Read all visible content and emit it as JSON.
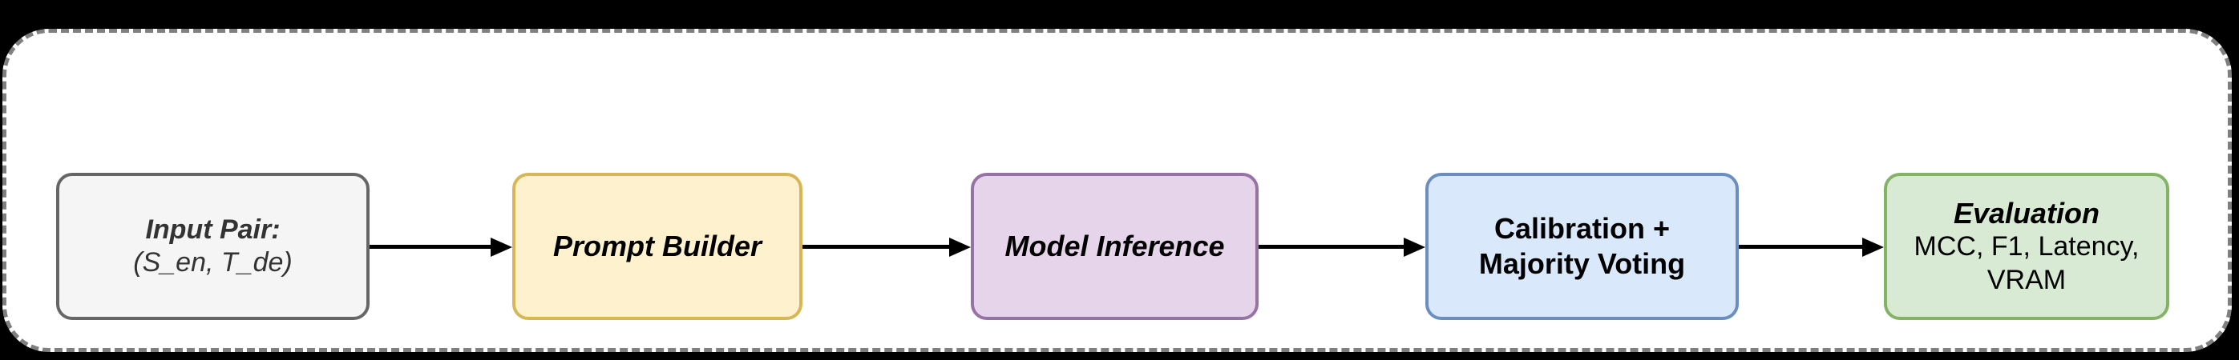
{
  "diagram": {
    "type": "flowchart",
    "orientation": "left-to-right",
    "container": {
      "name": "pipeline-container",
      "border_style": "dashed",
      "border_color": "#7f7f7f",
      "background": "#ffffff"
    },
    "nodes": [
      {
        "id": "input-pair",
        "lines": [
          "Input Pair:",
          "(S_en, T_de)"
        ],
        "styles": [
          "t-bold-italic",
          "t-italic"
        ],
        "fill": "#f5f5f5",
        "stroke": "#666666",
        "text_color": "#333333"
      },
      {
        "id": "prompt-builder",
        "lines": [
          "Prompt Builder"
        ],
        "styles": [
          "t-bold-italic"
        ],
        "fill": "#fdf2cd",
        "stroke": "#d6b656",
        "text_color": "#000000"
      },
      {
        "id": "model-inference",
        "lines": [
          "Model Inference"
        ],
        "styles": [
          "t-bold-italic"
        ],
        "fill": "#e6d5ea",
        "stroke": "#9673a6",
        "text_color": "#000000"
      },
      {
        "id": "calibration",
        "lines": [
          "Calibration +",
          "Majority Voting"
        ],
        "styles": [
          "t-bold",
          "t-bold"
        ],
        "fill": "#d9e8fb",
        "stroke": "#6c8ebf",
        "text_color": "#000000"
      },
      {
        "id": "evaluation",
        "lines": [
          "Evaluation",
          "MCC, F1, Latency,",
          "VRAM"
        ],
        "styles": [
          "t-bold-italic",
          "t-regular",
          "t-regular"
        ],
        "fill": "#d8ead3",
        "stroke": "#82b366",
        "text_color": "#000000"
      }
    ],
    "connectors": [
      {
        "id": "arrow-1",
        "from": "input-pair",
        "to": "prompt-builder",
        "color": "#000000"
      },
      {
        "id": "arrow-2",
        "from": "prompt-builder",
        "to": "model-inference",
        "color": "#000000"
      },
      {
        "id": "arrow-3",
        "from": "model-inference",
        "to": "calibration",
        "color": "#000000"
      },
      {
        "id": "arrow-4",
        "from": "calibration",
        "to": "evaluation",
        "color": "#000000"
      }
    ]
  }
}
